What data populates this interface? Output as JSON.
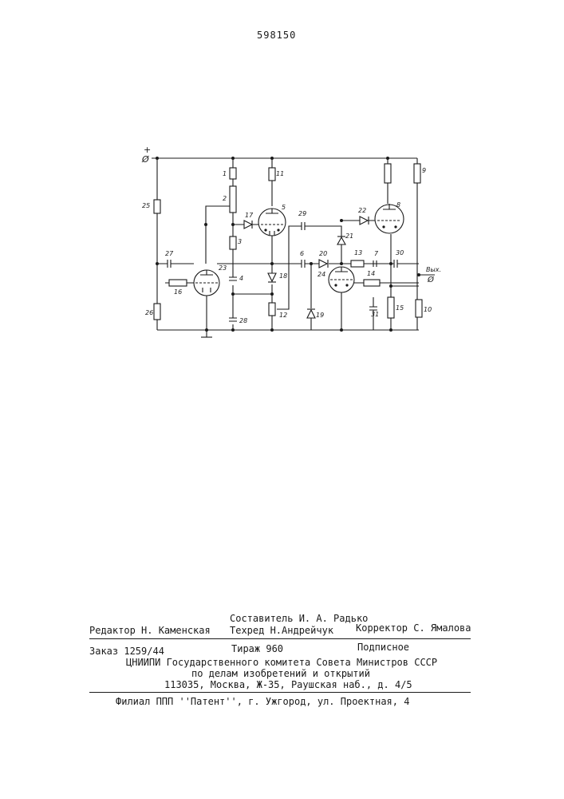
{
  "header": {
    "patent_number": "598150"
  },
  "schematic": {
    "plus_sign": "+",
    "supply_terminal": "Ø",
    "output_label": "Вых.",
    "output_terminal": "Ø",
    "labels": {
      "r1": "1",
      "r2": "2",
      "r3": "3",
      "c4": "4",
      "t5": "5",
      "c6": "6",
      "c7": "7",
      "t8": "8",
      "r9": "9",
      "r10": "10",
      "r11": "11",
      "r12": "12",
      "r13": "13",
      "r14": "14",
      "r15": "15",
      "r16": "16",
      "d17": "17",
      "d18": "18",
      "d19": "19",
      "d20": "20",
      "d21": "21",
      "d22": "22",
      "t23": "23",
      "t24": "24",
      "r25": "25",
      "r26": "26",
      "c27": "27",
      "c28": "28",
      "c29": "29",
      "c30": "30",
      "c31": "31"
    }
  },
  "imprint": {
    "compiler": "Составитель И. А. Радько",
    "editor": "Редактор Н. Каменская",
    "techeditor": "Техред Н.Андрейчук",
    "corrector": "Корректор С. Ямалова",
    "order": "Заказ  1259/44",
    "circulation": "Тираж  960",
    "subscription": "Подписное",
    "institute_line": "ЦНИИПИ  Государственного комитета Совета Министров  СССР",
    "committee_line": "по делам изобретений и открытий",
    "address_line": "113035, Москва, Ж-35, Раушская наб., д. 4/5",
    "branch_line": "Филиал ППП ''Патент'', г. Ужгород, ул. Проектная, 4"
  }
}
